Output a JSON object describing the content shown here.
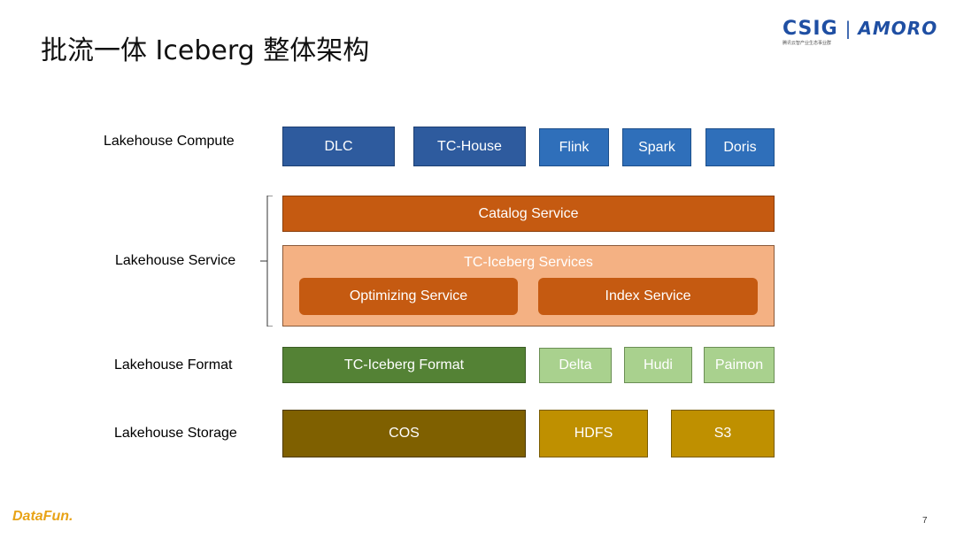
{
  "slide": {
    "title": "批流一体 Iceberg 整体架构",
    "page_number": "7"
  },
  "logos": {
    "csig": "CSIG",
    "csig_subtitle": "腾讯云智产业生态事业群",
    "separator": "|",
    "amoro": "AMORO",
    "datafun": "DataFun."
  },
  "layers": {
    "compute": {
      "label": "Lakehouse Compute",
      "items": [
        "DLC",
        "TC-House",
        "Flink",
        "Spark",
        "Doris"
      ]
    },
    "service": {
      "label": "Lakehouse Service",
      "catalog": "Catalog Service",
      "tc_services_title": "TC-Iceberg Services",
      "inner": [
        "Optimizing Service",
        "Index Service"
      ]
    },
    "format": {
      "label": "Lakehouse Format",
      "items": [
        "TC-Iceberg Format",
        "Delta",
        "Hudi",
        "Paimon"
      ]
    },
    "storage": {
      "label": "Lakehouse Storage",
      "items": [
        "COS",
        "HDFS",
        "S3"
      ]
    }
  },
  "colors": {
    "compute_dark": "#2e5b9e",
    "compute_light": "#2f6fba",
    "service_dark": "#c55a11",
    "service_light": "#f4b183",
    "format_dark": "#548235",
    "format_light": "#a9d18e",
    "storage_dark": "#7f6000",
    "storage_light": "#bf9000"
  }
}
